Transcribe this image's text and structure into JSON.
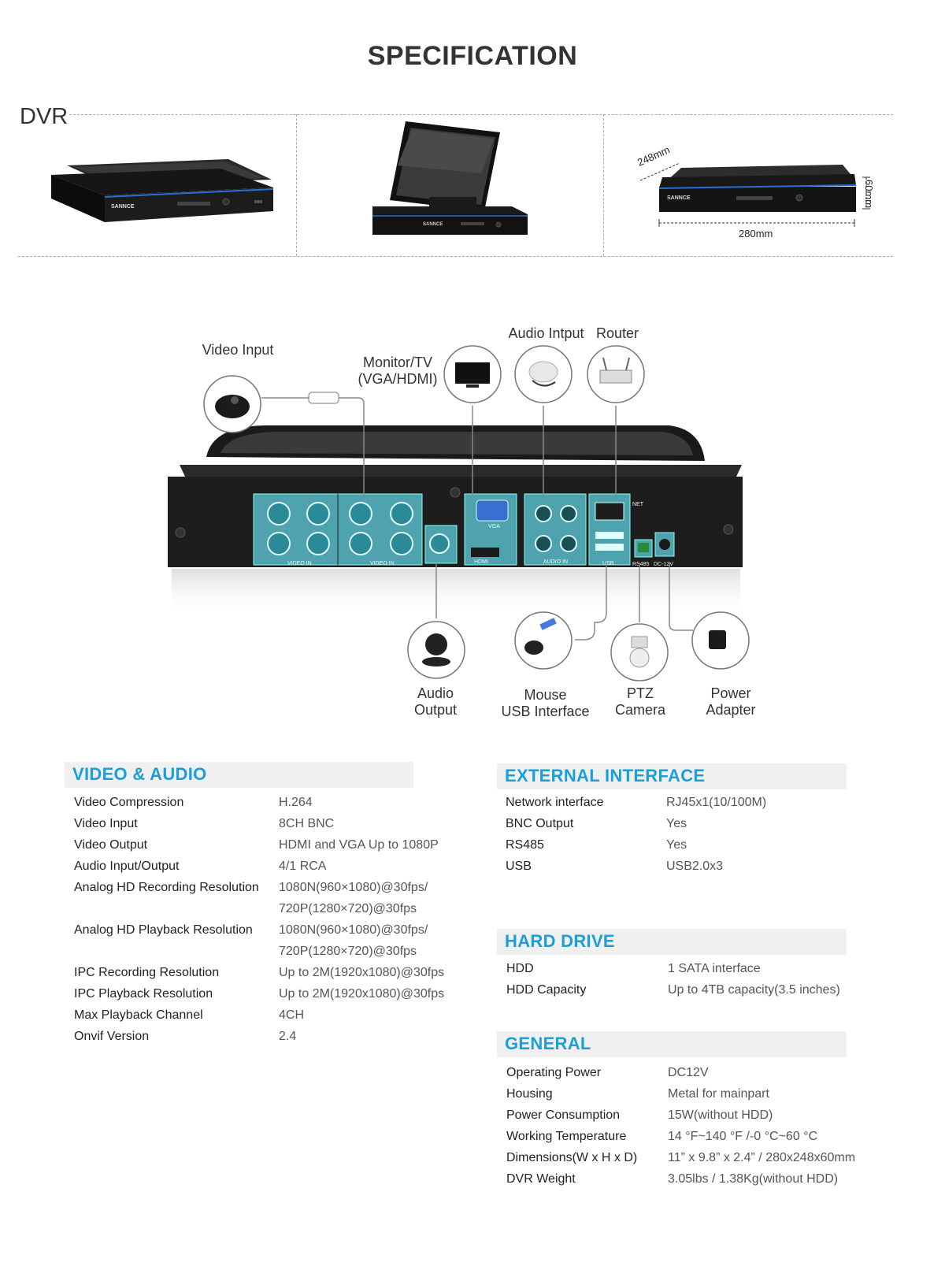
{
  "title": "SPECIFICATION",
  "dvr_section": {
    "label": "DVR",
    "brand": "SANNCE",
    "dim_depth": "248mm",
    "dim_height": "60mm",
    "dim_width": "280mm"
  },
  "diagram": {
    "labels": {
      "video_input": "Video Input",
      "monitor_line1": "Monitor/TV",
      "monitor_line2": "(VGA/HDMI)",
      "audio_input": "Audio Intput",
      "router": "Router",
      "audio_output_line1": "Audio",
      "audio_output_line2": "Output",
      "mouse_line1": "Mouse",
      "mouse_line2": "USB Interface",
      "ptz_line1": "PTZ",
      "ptz_line2": "Camera",
      "power_line1": "Power",
      "power_line2": "Adapter"
    },
    "panel_labels": {
      "video_in": "VIDEO IN",
      "vga": "VGA",
      "hdmi": "HDMI",
      "audio_in": "AUDIO IN",
      "net": "NET",
      "usb": "USB",
      "rs485": "RS485",
      "dc12v": "DC-12V"
    }
  },
  "video_audio": {
    "heading": "VIDEO & AUDIO",
    "rows": [
      {
        "label": "Video Compression",
        "value": "H.264"
      },
      {
        "label": "Video Input",
        "value": "8CH BNC"
      },
      {
        "label": "Video Output",
        "value": "HDMI and VGA Up to 1080P"
      },
      {
        "label": "Audio Input/Output",
        "value": "4/1 RCA"
      },
      {
        "label": "Analog HD Recording Resolution",
        "value": "1080N(960×1080)@30fps/",
        "value2": "720P(1280×720)@30fps"
      },
      {
        "label": "Analog HD Playback Resolution",
        "value": "1080N(960×1080)@30fps/",
        "value2": "720P(1280×720)@30fps"
      },
      {
        "label": "IPC Recording Resolution",
        "value": "Up to 2M(1920x1080)@30fps"
      },
      {
        "label": "IPC Playback Resolution",
        "value": "Up to 2M(1920x1080)@30fps"
      },
      {
        "label": "Max Playback Channel",
        "value": "4CH"
      },
      {
        "label": "Onvif Version",
        "value": "2.4"
      }
    ]
  },
  "external_interface": {
    "heading": "EXTERNAL INTERFACE",
    "rows": [
      {
        "label": "Network interface",
        "value": "RJ45x1(10/100M)"
      },
      {
        "label": "BNC Output",
        "value": "Yes"
      },
      {
        "label": "RS485",
        "value": "Yes"
      },
      {
        "label": "USB",
        "value": "USB2.0x3"
      }
    ]
  },
  "hard_drive": {
    "heading": "HARD DRIVE",
    "rows": [
      {
        "label": "HDD",
        "value": "1 SATA interface"
      },
      {
        "label": "HDD Capacity",
        "value": "Up to 4TB capacity(3.5 inches)"
      }
    ]
  },
  "general": {
    "heading": "GENERAL",
    "rows": [
      {
        "label": "Operating Power",
        "value": "DC12V"
      },
      {
        "label": "Housing",
        "value": "Metal for mainpart"
      },
      {
        "label": "Power Consumption",
        "value": "15W(without HDD)"
      },
      {
        "label": "Working Temperature",
        "value": "14 °F~140 °F /-0 °C~60 °C"
      },
      {
        "label": "Dimensions(W x H x D)",
        "value": "11” x 9.8” x 2.4” / 280x248x60mm"
      },
      {
        "label": "DVR Weight",
        "value": "3.05lbs / 1.38Kg(without HDD)"
      }
    ]
  },
  "colors": {
    "accent": "#1a9fd8",
    "heading_bg": "#f0f0f0",
    "panel_highlight": "#5fd0e0"
  }
}
